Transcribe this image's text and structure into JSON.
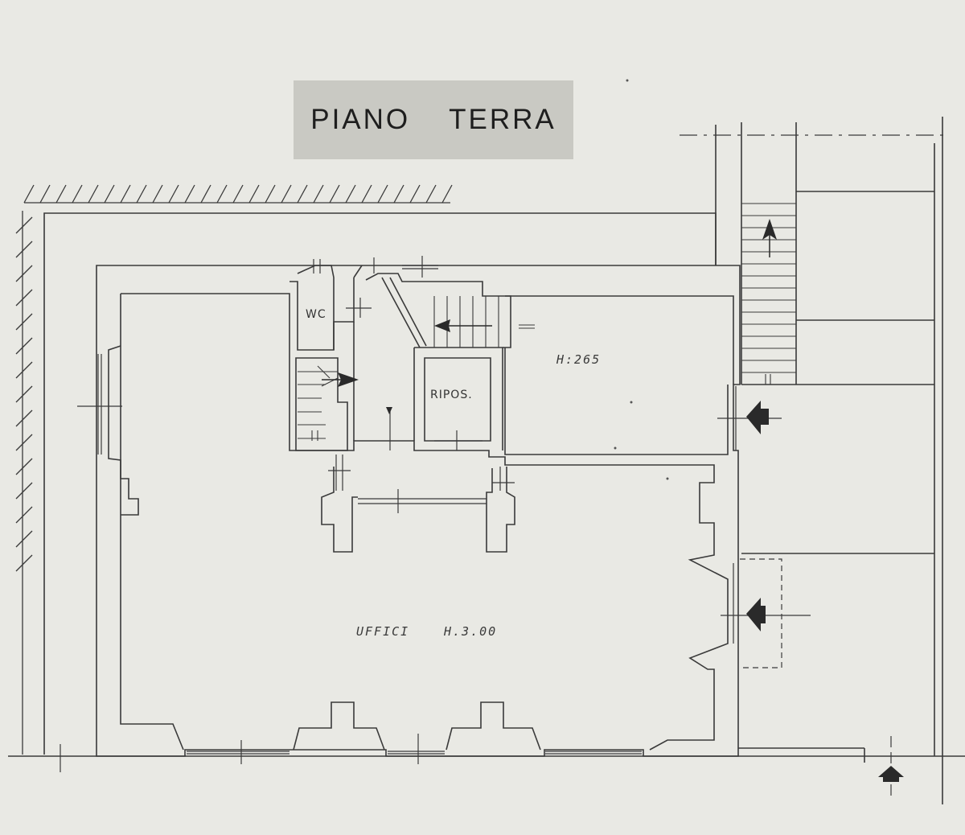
{
  "title": {
    "word1": "PIANO",
    "word2": "TERRA"
  },
  "rooms": {
    "wc": "WC",
    "ripostiglio": "RIPOS.",
    "room_height_small": "H:265",
    "uffici": "UFFICI",
    "uffici_height": "H.3.00"
  },
  "colors": {
    "paper": "#e9e9e4",
    "ink": "#3a3a3a",
    "title_bg": "#c9c9c3"
  }
}
